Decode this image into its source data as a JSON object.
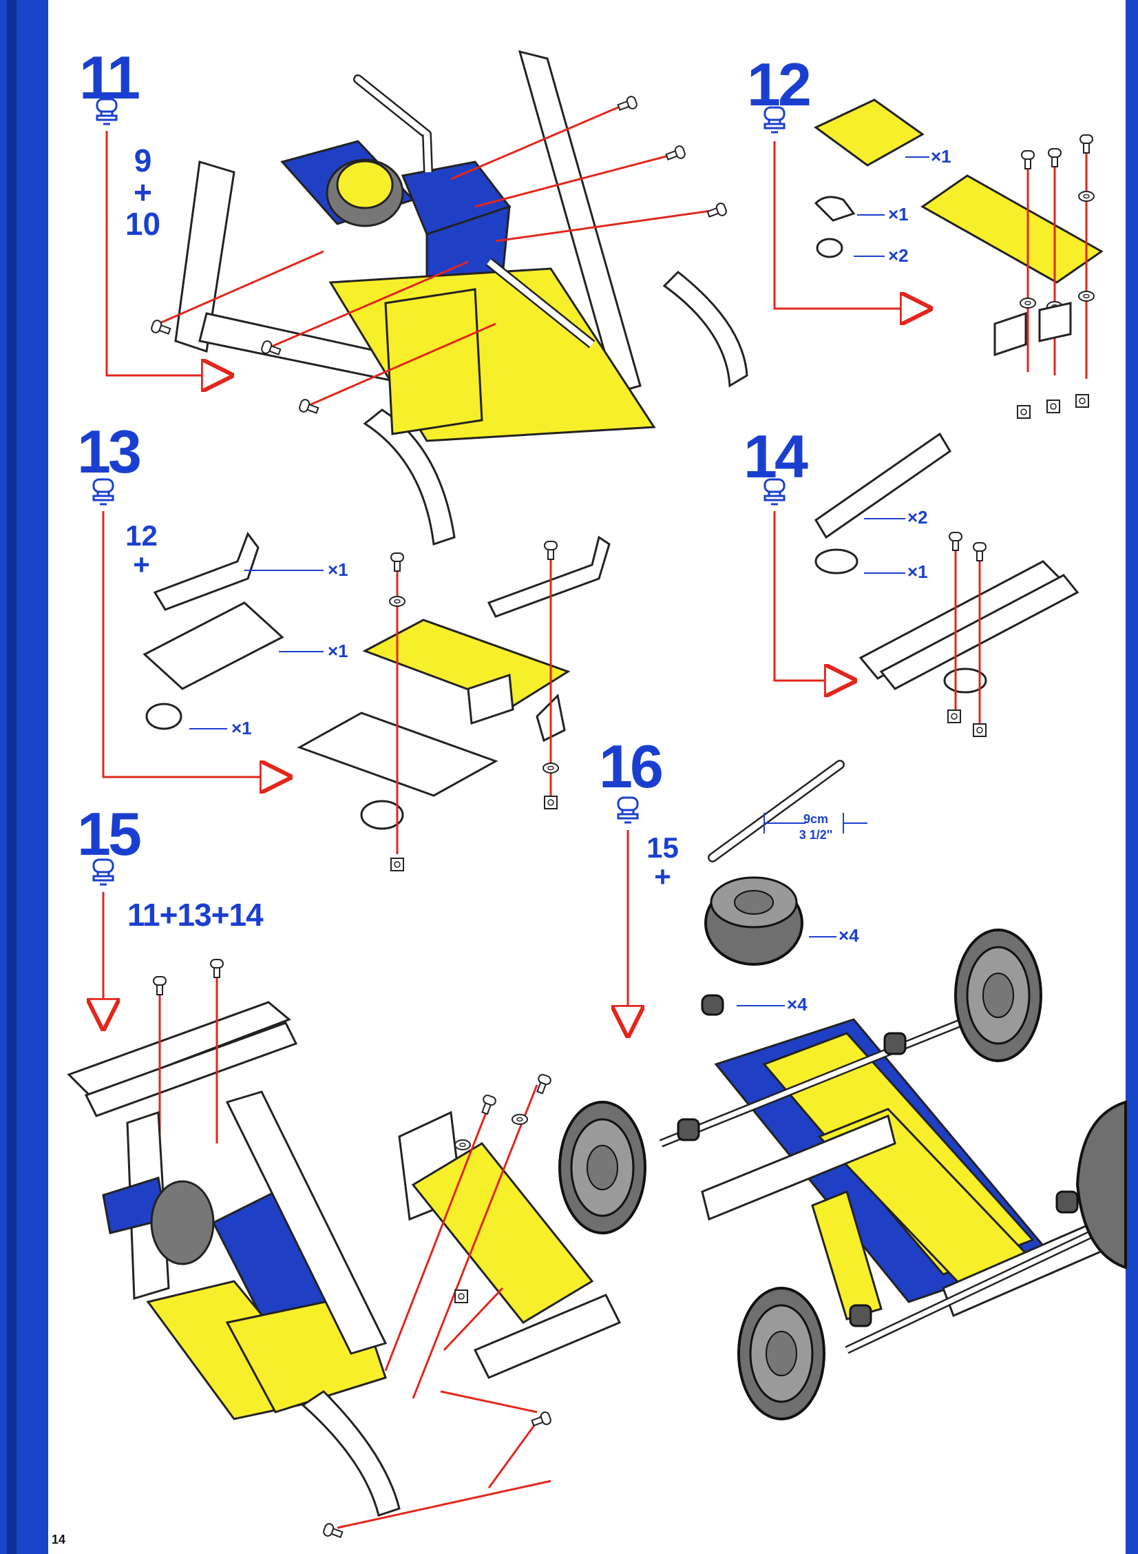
{
  "page_number": "14",
  "steps": [
    {
      "number": "11",
      "refs": [
        "9",
        "+",
        "10"
      ]
    },
    {
      "number": "12",
      "refs": [],
      "quantities": [
        "×1",
        "×1",
        "×2"
      ]
    },
    {
      "number": "13",
      "refs": [
        "12",
        "+"
      ],
      "quantities": [
        "×1",
        "×1",
        "×1"
      ]
    },
    {
      "number": "14",
      "refs": [],
      "quantities": [
        "×2",
        "×1"
      ]
    },
    {
      "number": "15",
      "refs": [
        "11+13+14"
      ]
    },
    {
      "number": "16",
      "refs": [
        "15",
        "+"
      ],
      "quantities": [
        "×4",
        "×4"
      ],
      "rod_length": {
        "metric": "9cm",
        "imperial": "3 1/2''"
      }
    }
  ],
  "colors": {
    "brand_blue": "#1a3fd0",
    "part_yellow": "#f7ef2a",
    "part_blue": "#1f3fc4",
    "arrow_red": "#e3261b",
    "tyre_grey": "#6f6f6f"
  }
}
